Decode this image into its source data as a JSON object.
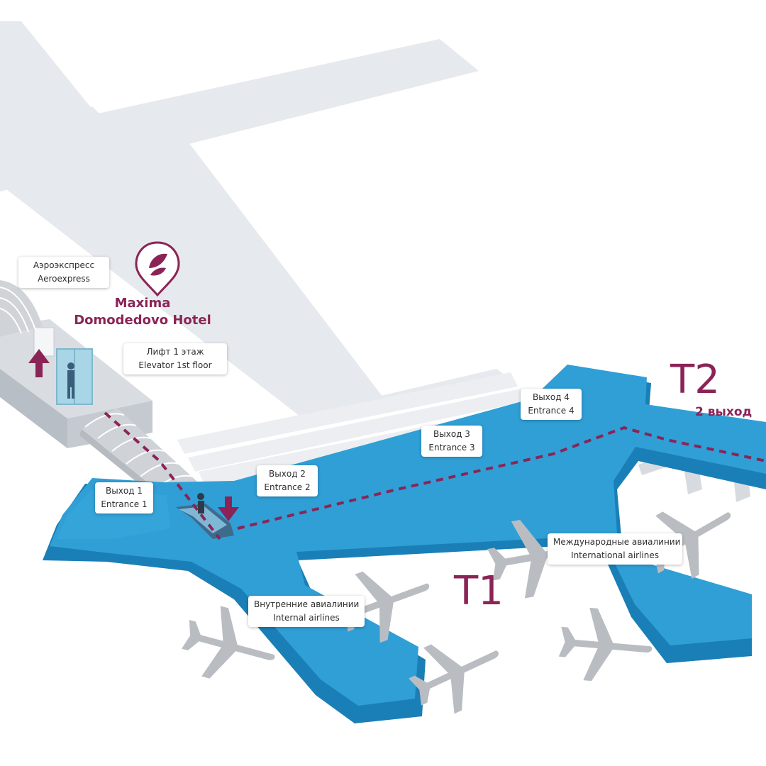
{
  "map": {
    "colors": {
      "terminal": "#2f9fd6",
      "terminal_edge": "#1a7fb6",
      "road": "#e6e9ed",
      "plane": "#b9bdc2",
      "route": "#8b2456",
      "accent": "#8b2456"
    },
    "hotel": {
      "name_line1": "Maxima",
      "name_line2": "Domodedovo Hotel",
      "marker_icon": "map-pin-icon"
    },
    "terminals": {
      "t1": "T1",
      "t2": "T2",
      "t2_exit": "2 выход"
    },
    "labels": {
      "aeroexpress": {
        "ru": "Аэроэкспресс",
        "en": "Aeroexpress"
      },
      "elevator": {
        "ru": "Лифт 1 этаж",
        "en": "Elevator 1st floor"
      },
      "exit1": {
        "ru": "Выход 1",
        "en": "Entrance 1"
      },
      "exit2": {
        "ru": "Выход 2",
        "en": "Entrance 2"
      },
      "exit3": {
        "ru": "Выход 3",
        "en": "Entrance 3"
      },
      "exit4": {
        "ru": "Выход 4",
        "en": "Entrance 4"
      },
      "international": {
        "ru": "Международные авиалинии",
        "en": "International airlines"
      },
      "domestic": {
        "ru": "Внутренние авиалинии",
        "en": "Internal airlines"
      }
    },
    "icons": [
      "up-arrow-icon",
      "down-arrow-icon",
      "escalator-icon",
      "elevator-icon",
      "airplane-icon"
    ]
  }
}
